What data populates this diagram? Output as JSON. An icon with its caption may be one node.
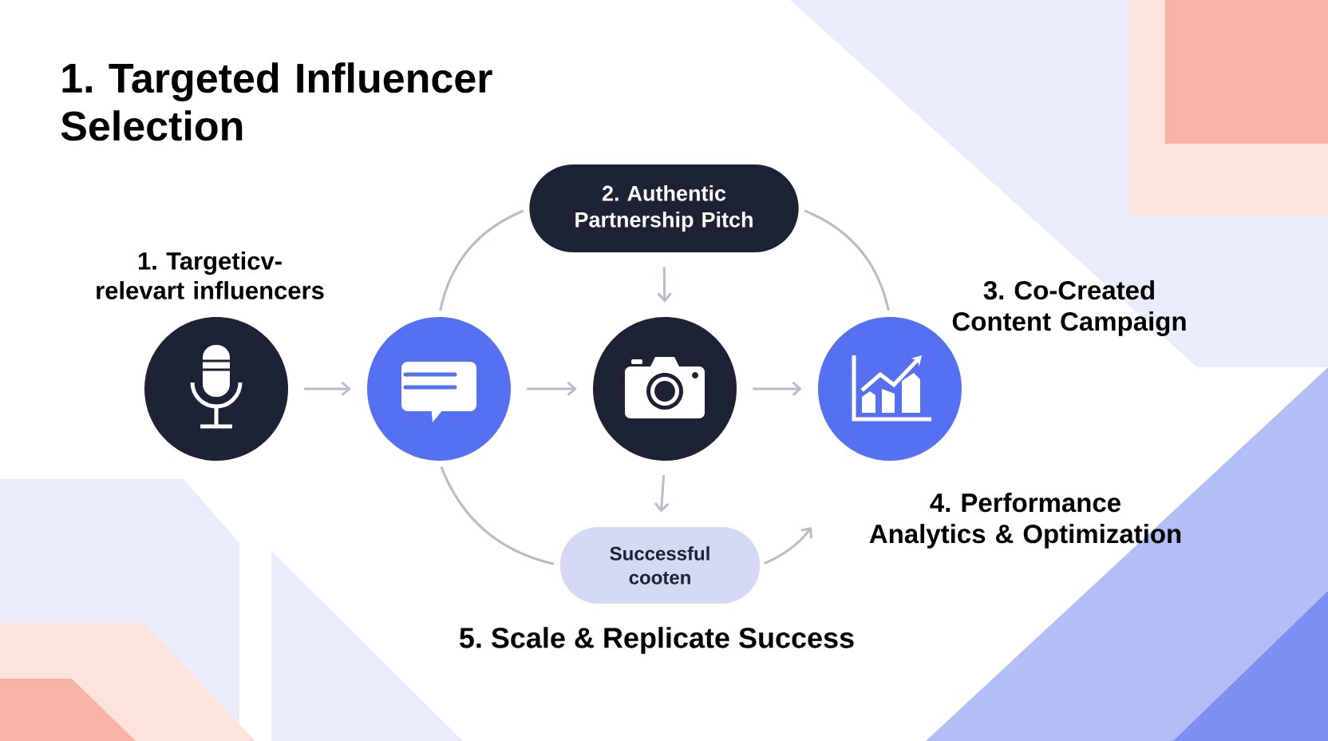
{
  "diagram": {
    "title": "1. Targeted Influencer Selection",
    "nodes": [
      {
        "text": [],
        "shape": "circle",
        "beside": [
          "1. Targeticv-relevart influencers"
        ]
      },
      {
        "text": [],
        "shape": "circle"
      },
      {
        "text": [],
        "shape": "circle"
      },
      {
        "text": [],
        "shape": "circle",
        "beside": [
          "3. Co-Created Content Campaign"
        ]
      },
      {
        "text": [
          "2. Authentic Partnership Pitch"
        ]
      },
      {
        "text": [
          "Successful cooten"
        ]
      },
      {
        "text": [
          "4. Performance Analytics & Optimization"
        ]
      }
    ],
    "edges": [
      {
        "from": 0,
        "to": 1,
        "arrow": "to"
      },
      {
        "from": 1,
        "to": 2,
        "arrow": "to"
      },
      {
        "from": 2,
        "to": 3,
        "arrow": "to"
      },
      {
        "from": 4,
        "to": 2,
        "arrow": "to"
      },
      {
        "from": 2,
        "to": 5,
        "arrow": "to"
      },
      {
        "from": 4,
        "to": 1,
        "arrow": "none"
      },
      {
        "from": 4,
        "to": 3,
        "arrow": "none"
      },
      {
        "from": 1,
        "to": 5,
        "arrow": "none"
      },
      {
        "from": 5,
        "to": 6,
        "arrow": "to"
      }
    ],
    "labels": [
      "5. Scale & Replicate Success"
    ]
  }
}
